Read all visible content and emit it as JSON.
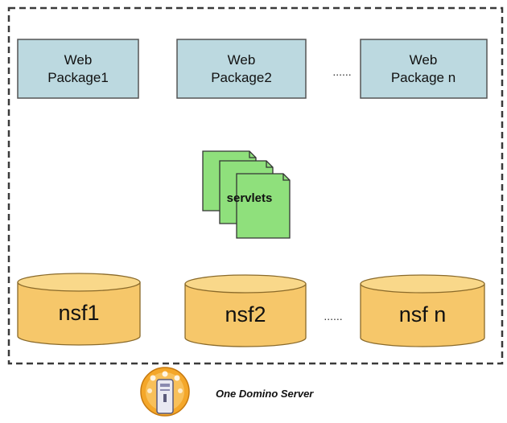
{
  "packages": [
    {
      "line1": "Web",
      "line2": "Package1"
    },
    {
      "line1": "Web",
      "line2": "Package2"
    },
    {
      "line1": "Web",
      "line2": "Package n"
    }
  ],
  "package_ellipsis": "......",
  "servlets_label": "servlets",
  "databases": [
    {
      "label": "nsf1"
    },
    {
      "label": "nsf2"
    },
    {
      "label": "nsf n"
    }
  ],
  "database_ellipsis": "......",
  "server": {
    "label": "One Domino Server",
    "icon": "domino-server-icon"
  },
  "colors": {
    "package_fill": "#bcd9e0",
    "servlet_fill": "#8fe07c",
    "database_fill": "#f6c76a",
    "border_dash": "#3a3a3a"
  }
}
